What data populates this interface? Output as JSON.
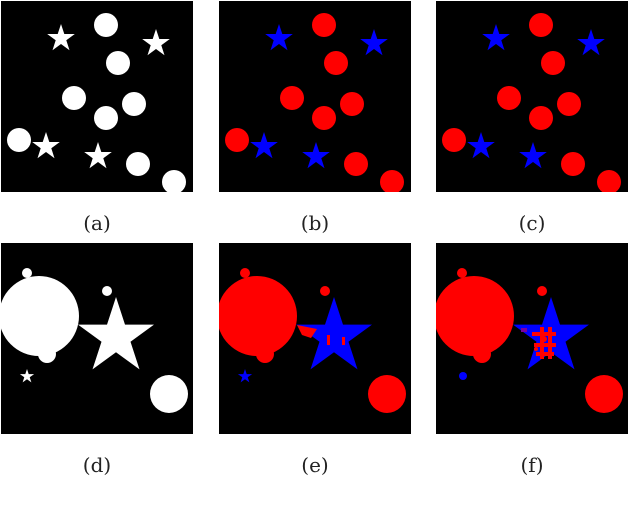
{
  "colors": {
    "background": "#000000",
    "shape_white": "#ffffff",
    "circle_red": "#ff0000",
    "star_blue": "#0000ff"
  },
  "panels": [
    {
      "id": "a",
      "caption": "(a)",
      "content": "binary mask of circles and stars (white)"
    },
    {
      "id": "b",
      "caption": "(b)",
      "content": "segmentation: circles red, stars blue"
    },
    {
      "id": "c",
      "caption": "(c)",
      "content": "segmentation: circles red, stars blue"
    },
    {
      "id": "d",
      "caption": "(d)",
      "content": "binary mask of overlapping circles and stars (white)"
    },
    {
      "id": "e",
      "caption": "(e)",
      "content": "segmentation with mixed labels"
    },
    {
      "id": "f",
      "caption": "(f)",
      "content": "segmentation with mixed labels"
    }
  ]
}
